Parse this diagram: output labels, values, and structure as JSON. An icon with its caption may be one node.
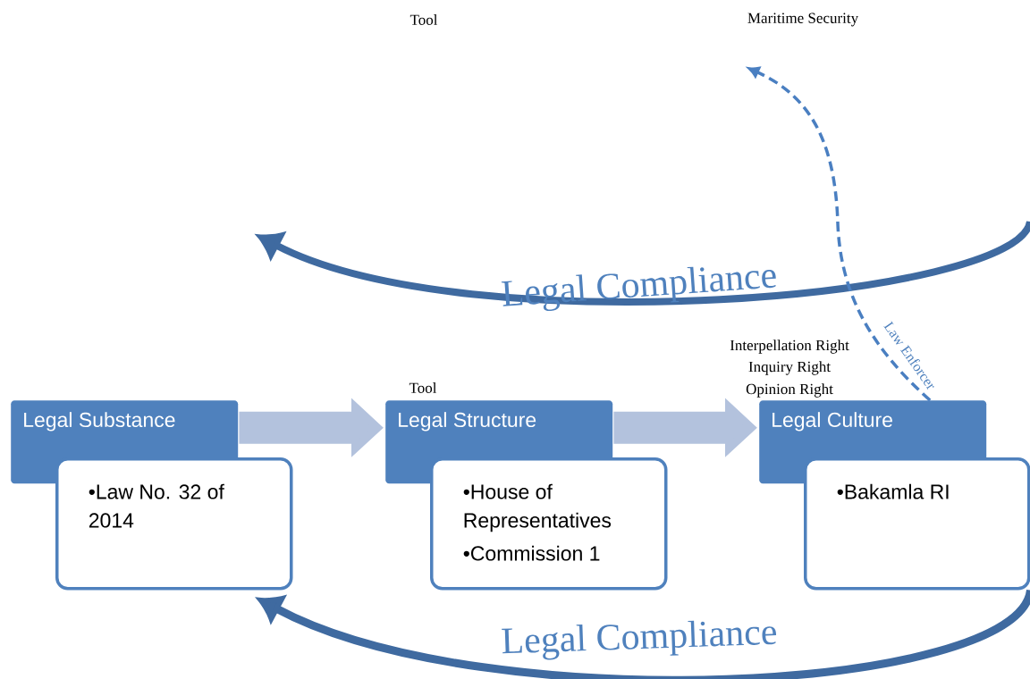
{
  "diagram": {
    "nodes": [
      {
        "text": [
          "Legal Substance"
        ]
      },
      {
        "text": [
          "•Law No. 32 of 2014"
        ]
      },
      {
        "text": [
          "Legal Structure"
        ],
        "beside": [
          "Tool"
        ]
      },
      {
        "text": [
          "•House of Representatives",
          "•Commission 1"
        ]
      },
      {
        "text": [
          "Legal Culture"
        ],
        "beside": [
          "Interpellation Right",
          "Inquiry Right",
          "Opinion Right"
        ]
      },
      {
        "text": [
          "•Bakamla RI"
        ]
      },
      {
        "text": [
          "Maritime Security"
        ]
      }
    ],
    "edges": [
      {
        "from": 0,
        "to": 2,
        "arrow": "to",
        "style": "thick",
        "color": "#b3c2dd"
      },
      {
        "from": 2,
        "to": 4,
        "arrow": "to",
        "style": "thick",
        "color": "#b3c2dd"
      },
      {
        "from": 4,
        "to": 6,
        "arrow": "to",
        "style": "dashed",
        "color": "#4a7fc1",
        "label": "Law Enforcer"
      },
      {
        "from": 5,
        "to": 1,
        "arrow": "to",
        "color": "#3f6aa0",
        "label": "Legal Compliance"
      }
    ],
    "labels": [
      "Tool",
      "Legal Compliance"
    ]
  }
}
